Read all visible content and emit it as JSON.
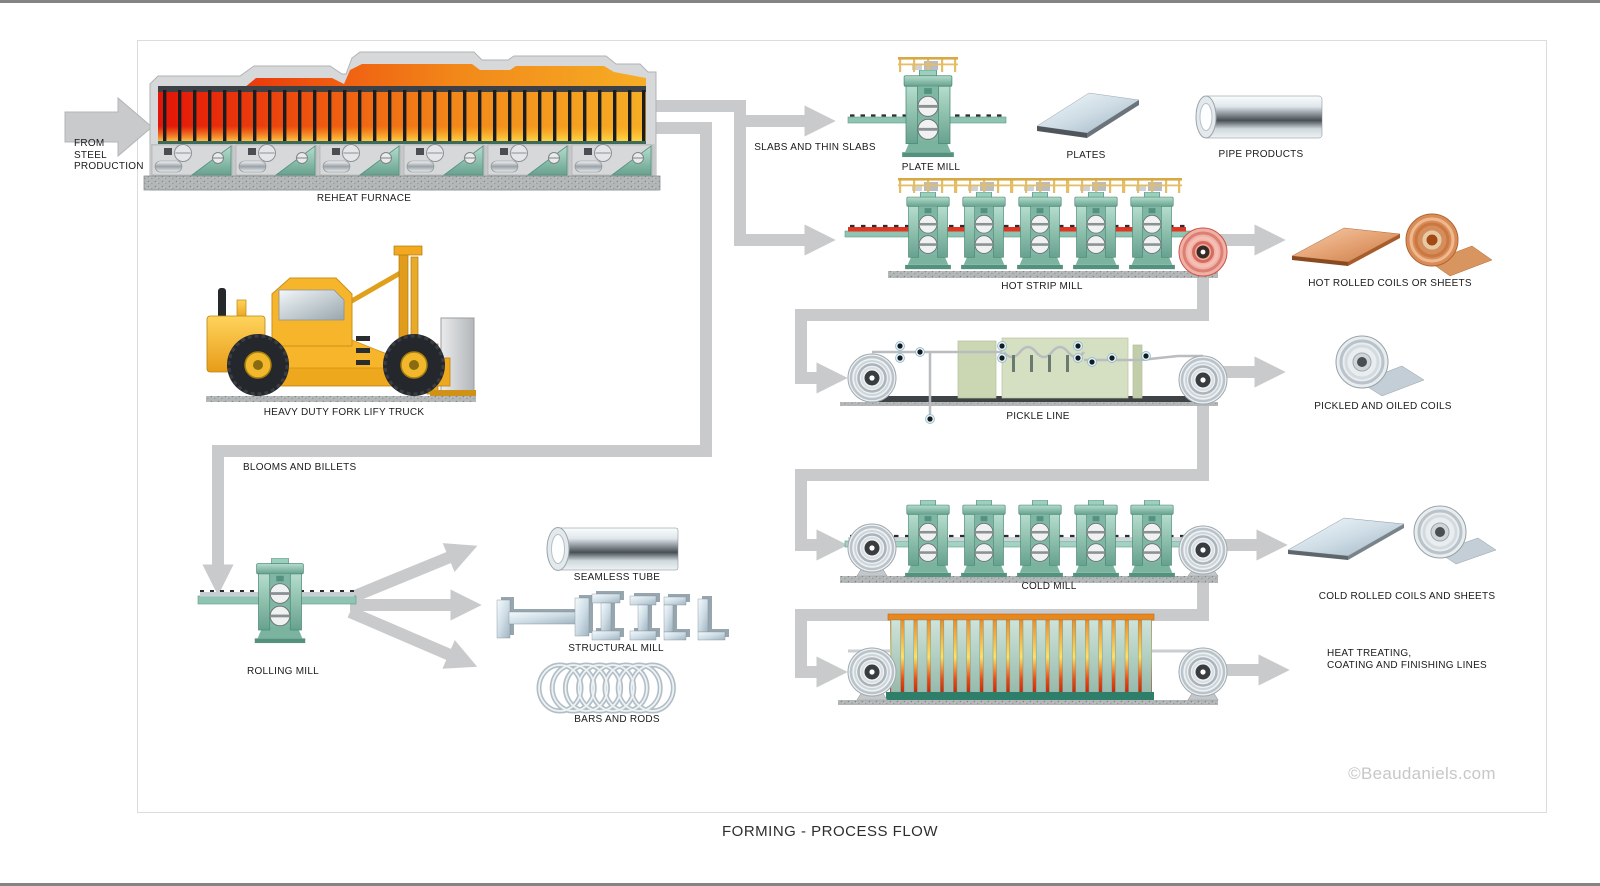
{
  "title": "FORMING - PROCESS FLOW",
  "watermark": "©Beaudaniels.com",
  "labels": {
    "from_steel": "FROM\nSTEEL\nPRODUCTION",
    "reheat_furnace": "REHEAT FURNACE",
    "slabs_thin_slabs": "SLABS AND THIN SLABS",
    "plate_mill": "PLATE MILL",
    "plates": "PLATES",
    "pipe_products": "PIPE PRODUCTS",
    "hot_strip_mill": "HOT STRIP MILL",
    "hot_rolled_coils": "HOT ROLLED COILS OR SHEETS",
    "pickle_line": "PICKLE LINE",
    "pickled_oiled_coils": "PICKLED AND OILED COILS",
    "cold_mill": "COLD MILL",
    "cold_rolled_coils": "COLD ROLLED COILS AND SHEETS",
    "heat_treating": "HEAT TREATING,\nCOATING AND FINISHING LINES",
    "fork_truck": "HEAVY DUTY FORK LIFY TRUCK",
    "blooms_billets": "BLOOMS AND BILLETS",
    "rolling_mill": "ROLLING MILL",
    "seamless_tube": "SEAMLESS TUBE",
    "structural_mill": "STRUCTURAL MILL",
    "bars_rods": "BARS AND RODS"
  },
  "colors": {
    "background": "#ffffff",
    "panel_border": "#dcdcdc",
    "connector_gray": "#c9cacb",
    "machine_teal": "#8fc7b5",
    "pickle_tank_sage": "#d5dfc2",
    "hot_metal_red": "#e31408",
    "hot_metal_yellow": "#ffe34a",
    "copper_product": "#d98a58",
    "steel_product": "#cfdde6",
    "forklift_yellow": "#f6b52a",
    "label_text": "#1b1b1b",
    "watermark_gray": "#c7c7c7"
  },
  "icons": {
    "flow_arrow": "right-arrow",
    "reheat_furnace": "furnace-illustration",
    "fork_truck": "forklift-illustration",
    "mill_stand": "rolling-stand-illustration",
    "coil": "steel-coil-illustration",
    "sheet": "metal-sheet-illustration",
    "pipe": "pipe-illustration",
    "rings": "wire-rod-rings-illustration"
  }
}
